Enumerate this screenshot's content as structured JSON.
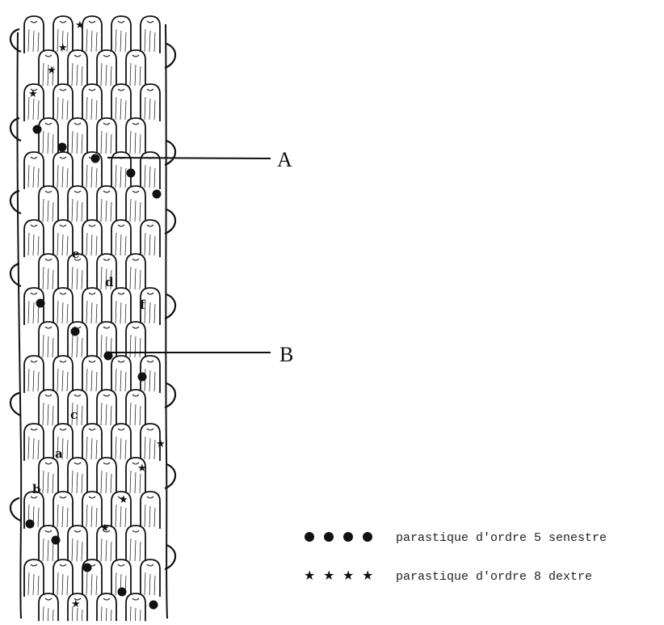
{
  "diagram": {
    "callouts": [
      {
        "id": "A",
        "label": "A"
      },
      {
        "id": "B",
        "label": "B"
      }
    ],
    "leaf_letters": [
      "a",
      "b",
      "c",
      "d",
      "e",
      "f"
    ],
    "legend": [
      {
        "id": "dots",
        "symbol": "dot",
        "count": 4,
        "text": "parastique d'ordre 5 senestre"
      },
      {
        "id": "stars",
        "symbol": "star",
        "count": 4,
        "text": "parastique d'ordre 8 dextre"
      }
    ],
    "colors": {
      "ink": "#111111",
      "paper": "#ffffff"
    }
  }
}
